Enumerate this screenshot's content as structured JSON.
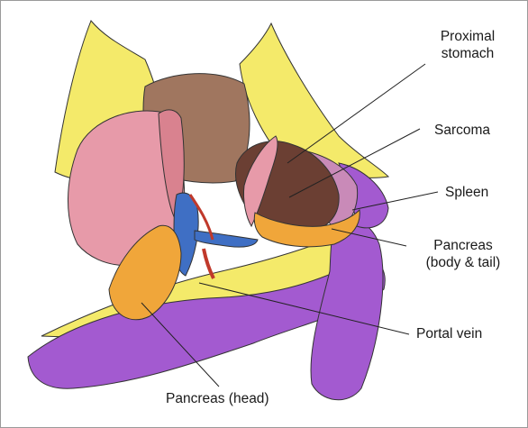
{
  "labels": {
    "proximal_stomach": [
      "Proximal",
      "stomach"
    ],
    "sarcoma": "Sarcoma",
    "spleen": "Spleen",
    "pancreas_body_tail": [
      "Pancreas",
      "(body & tail)"
    ],
    "portal_vein": "Portal vein",
    "pancreas_head": "Pancreas (head)"
  },
  "colors": {
    "omentum": "#f4ea6a",
    "stomach": "#a0765f",
    "bowel": "#a35ad0",
    "pink_tissue": "#e79aa9",
    "sarcoma": "#6b3f33",
    "pancreas": "#f0a63a",
    "vein": "#3f6fc4",
    "leader_line": "#222222"
  }
}
